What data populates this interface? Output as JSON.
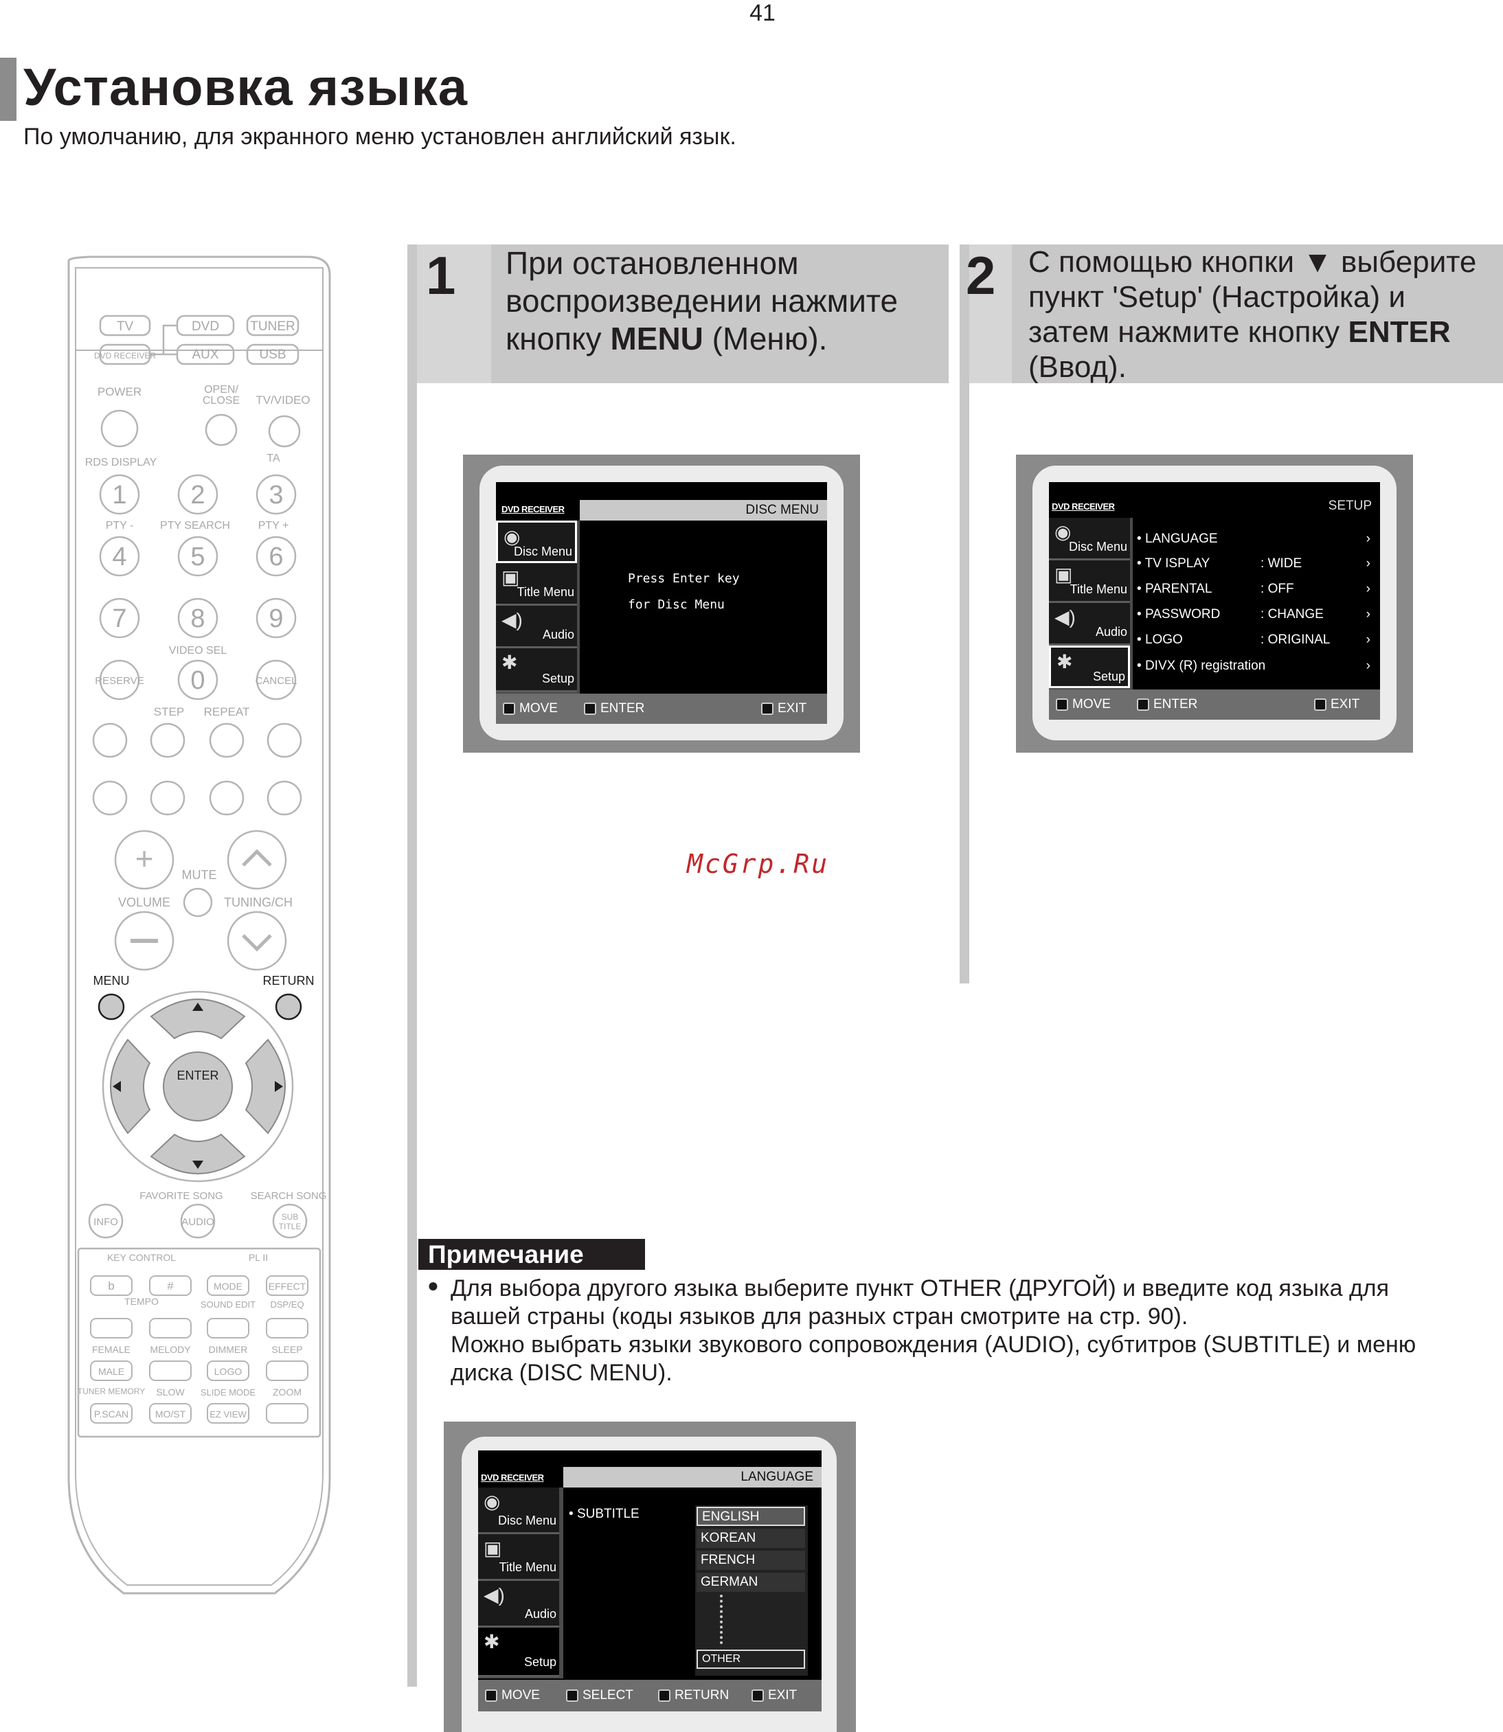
{
  "page": {
    "number": "41",
    "title": "Установка языка",
    "subtitle": "По умолчанию, для экранного меню установлен английский язык."
  },
  "remote": {
    "source_buttons": [
      "TV",
      "DVD",
      "TUNER",
      "DVD RECEIVER",
      "AUX",
      "USB"
    ],
    "labels": {
      "power": "POWER",
      "open_close": "OPEN/ CLOSE",
      "tv_video": "TV/VIDEO",
      "rds_display": "RDS DISPLAY",
      "ta": "TA",
      "pty_minus": "PTY -",
      "pty_search": "PTY SEARCH",
      "pty_plus": "PTY +",
      "video_sel": "VIDEO SEL",
      "reserve": "RESERVE",
      "cancel": "CANCEL",
      "step": "STEP",
      "repeat": "REPEAT",
      "mute": "MUTE",
      "volume": "VOLUME",
      "tuning_ch": "TUNING/CH",
      "menu": "MENU",
      "return": "RETURN",
      "enter": "ENTER",
      "favorite_song": "FAVORITE SONG",
      "search_song": "SEARCH SONG",
      "info": "INFO",
      "audio": "AUDIO",
      "subtitle": "SUB TITLE",
      "key_control": "KEY CONTROL",
      "pl2": "PL II",
      "b": "b",
      "sharp": "#",
      "mode": "MODE",
      "effect": "EFFECT",
      "tempo": "TEMPO",
      "sound_edit": "SOUND EDIT",
      "dsp_eq": "DSP/EQ",
      "female": "FEMALE",
      "melody": "MELODY",
      "dimmer": "DIMMER",
      "sleep": "SLEEP",
      "male": "MALE",
      "logo": "LOGO",
      "tuner_memory": "TUNER MEMORY",
      "slow": "SLOW",
      "slide_mode": "SLIDE MODE",
      "zoom": "ZOOM",
      "pscan": "P.SCAN",
      "mo_st": "MO/ST",
      "ez_view": "EZ VIEW"
    },
    "digits": [
      "1",
      "2",
      "3",
      "4",
      "5",
      "6",
      "7",
      "8",
      "9",
      "0"
    ]
  },
  "step1": {
    "number": "1",
    "text_lines": [
      "При остановленном",
      "воспроизведении нажмите"
    ],
    "text_pre": "кнопку ",
    "text_bold": "MENU",
    "text_post": " (Меню).",
    "screen": {
      "brand": "DVD RECEIVER",
      "title": "DISC MENU",
      "side": [
        "Disc Menu",
        "Title Menu",
        "Audio",
        "Setup"
      ],
      "message": [
        "Press Enter key",
        "for Disc Menu"
      ],
      "footer": [
        "MOVE",
        "ENTER",
        "EXIT"
      ]
    }
  },
  "step2": {
    "number": "2",
    "line1": "С помощью кнопки ▼ выберите",
    "line2": "пункт 'Setup' (Настройка) и",
    "line3_pre": "затем нажмите кнопку ",
    "line3_bold": "ENTER",
    "line4": "(Ввод).",
    "screen": {
      "brand": "DVD RECEIVER",
      "title": "SETUP",
      "side": [
        "Disc Menu",
        "Title Menu",
        "Audio",
        "Setup"
      ],
      "rows": [
        {
          "label": "LANGUAGE",
          "value": ""
        },
        {
          "label": "TV  ISPLAY",
          "value": "WIDE"
        },
        {
          "label": "PARENTAL",
          "value": "OFF"
        },
        {
          "label": "PASSWORD",
          "value": "CHANGE"
        },
        {
          "label": "LOGO",
          "value": "ORIGINAL"
        },
        {
          "label": "DIVX (R) registration",
          "value": ""
        }
      ],
      "footer": [
        "MOVE",
        "ENTER",
        "EXIT"
      ]
    }
  },
  "watermark": "McGrp.Ru",
  "note": {
    "label": "Примечание",
    "lines": [
      "Для выбора другого языка выберите пункт OTHER (ДРУГОЙ) и введите код языка для",
      "вашей страны (коды языков для разных стран смотрите на стр. 90).",
      "Можно выбрать языки звукового сопровождения (AUDIO), субтитров (SUBTITLE) и меню",
      "диска (DISC MENU)."
    ]
  },
  "screen3": {
    "brand": "DVD RECEIVER",
    "title": "LANGUAGE",
    "side": [
      "Disc Menu",
      "Title Menu",
      "Audio",
      "Setup"
    ],
    "row_label": "SUBTITLE",
    "options": [
      "ENGLISH",
      "KOREAN",
      "FRENCH",
      "GERMAN",
      "OTHER"
    ],
    "footer": [
      "MOVE",
      "SELECT",
      "RETURN",
      "EXIT"
    ]
  }
}
